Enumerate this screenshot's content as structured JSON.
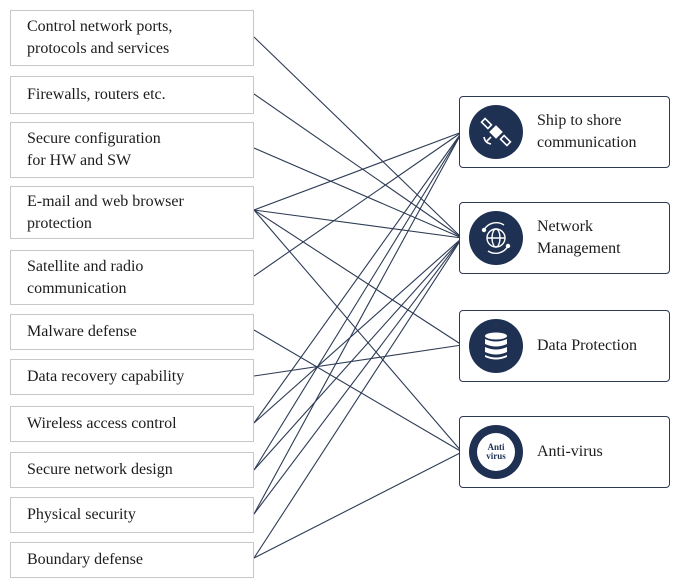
{
  "left_items": [
    {
      "id": "ports",
      "label": "Control network ports,\nprotocols and services"
    },
    {
      "id": "firewalls",
      "label": "Firewalls, routers etc."
    },
    {
      "id": "config",
      "label": "Secure configuration\nfor HW and SW"
    },
    {
      "id": "email",
      "label": "E-mail and web browser\nprotection"
    },
    {
      "id": "satellite",
      "label": "Satellite and radio\ncommunication"
    },
    {
      "id": "malware",
      "label": "Malware defense"
    },
    {
      "id": "recovery",
      "label": "Data recovery capability"
    },
    {
      "id": "wireless",
      "label": "Wireless access control"
    },
    {
      "id": "netdesign",
      "label": "Secure network design"
    },
    {
      "id": "physical",
      "label": "Physical security"
    },
    {
      "id": "boundary",
      "label": "Boundary defense"
    }
  ],
  "right_items": [
    {
      "id": "ship",
      "label": "Ship to shore\ncommunication",
      "icon": "satellite-icon"
    },
    {
      "id": "netmgmt",
      "label": "Network\nManagement",
      "icon": "network-globe-icon"
    },
    {
      "id": "dataprot",
      "label": "Data Protection",
      "icon": "database-icon"
    },
    {
      "id": "antivirus",
      "label": "Anti-virus",
      "icon": "antivirus-badge-icon",
      "badge_text": "Anti\nvirus"
    }
  ],
  "connections": [
    [
      "ports",
      "netmgmt"
    ],
    [
      "firewalls",
      "netmgmt"
    ],
    [
      "config",
      "netmgmt"
    ],
    [
      "email",
      "ship"
    ],
    [
      "email",
      "netmgmt"
    ],
    [
      "email",
      "dataprot"
    ],
    [
      "email",
      "antivirus"
    ],
    [
      "satellite",
      "ship"
    ],
    [
      "malware",
      "antivirus"
    ],
    [
      "recovery",
      "dataprot"
    ],
    [
      "wireless",
      "ship"
    ],
    [
      "wireless",
      "netmgmt"
    ],
    [
      "netdesign",
      "ship"
    ],
    [
      "netdesign",
      "netmgmt"
    ],
    [
      "physical",
      "ship"
    ],
    [
      "physical",
      "netmgmt"
    ],
    [
      "boundary",
      "netmgmt"
    ],
    [
      "boundary",
      "antivirus"
    ]
  ],
  "colors": {
    "line": "#2d3b55",
    "icon_circle": "#1f3152",
    "left_border": "#c8c8c8",
    "right_border": "#2c3a52"
  }
}
